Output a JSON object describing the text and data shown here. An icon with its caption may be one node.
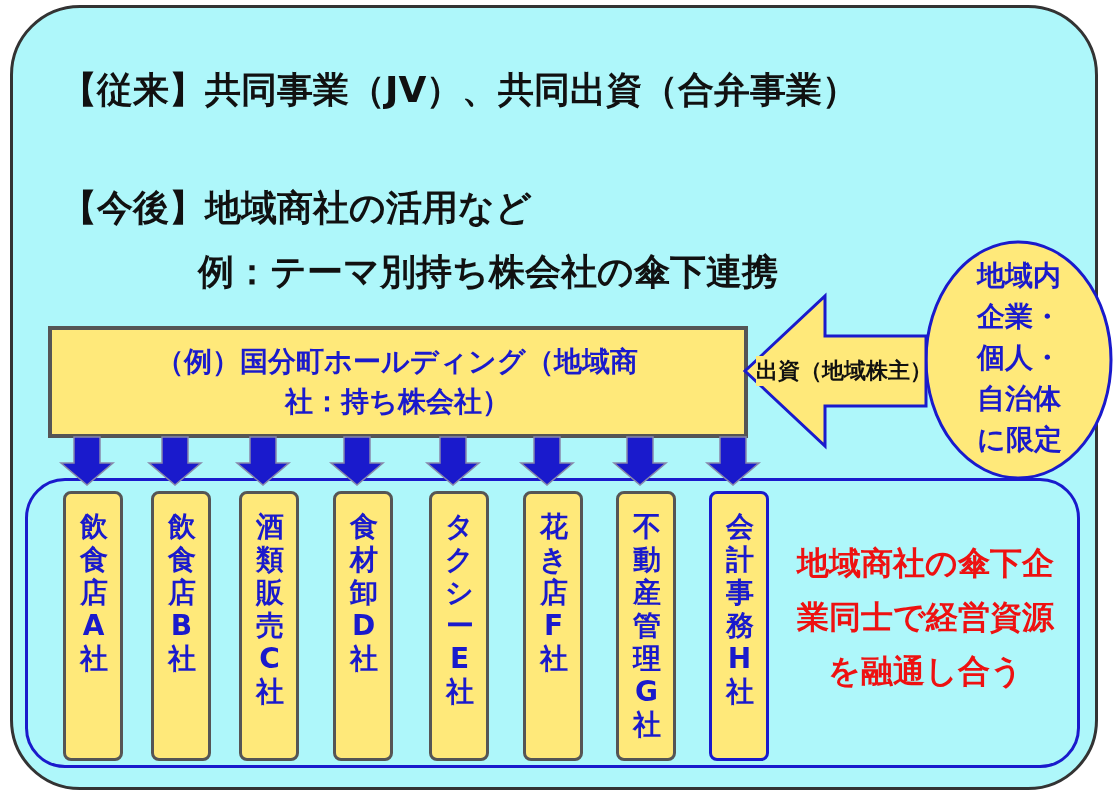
{
  "diagram": {
    "nodes": [
      {
        "text": [
          "【従来】共同事業（JV）、共同出資（合弁事業）",
          "【今後】地域商社の活用など",
          "例：テーマ別持ち株会社の傘下連携"
        ]
      },
      {
        "text": [
          "（例）国分町ホールディング（地域商社：持ち株会社）"
        ],
        "in": 0
      },
      {
        "text": [
          "地域内企業・個人・自治体に限定"
        ]
      },
      {
        "text": [
          "地域商社の傘下企業同士で経営資源を融通し合う"
        ],
        "in": 0
      },
      {
        "text": [
          "飲食店A社"
        ],
        "in": 3
      },
      {
        "text": [
          "飲食店B社"
        ],
        "in": 3
      },
      {
        "text": [
          "酒類販売C社"
        ],
        "in": 3
      },
      {
        "text": [
          "食材卸D社"
        ],
        "in": 3
      },
      {
        "text": [
          "タクシーE社"
        ],
        "in": 3
      },
      {
        "text": [
          "花き店F社"
        ],
        "in": 3
      },
      {
        "text": [
          "不動産管理G社"
        ],
        "in": 3
      },
      {
        "text": [
          "会計事務H社"
        ],
        "in": 3
      }
    ],
    "edges": [
      {
        "from": 2,
        "to": 1,
        "arrow": "to",
        "label": "出資（地域株主）",
        "color": "#ffe97a"
      },
      {
        "from": 1,
        "to": 4,
        "arrow": "to"
      },
      {
        "from": 1,
        "to": 5,
        "arrow": "to"
      },
      {
        "from": 1,
        "to": 6,
        "arrow": "to"
      },
      {
        "from": 1,
        "to": 7,
        "arrow": "to"
      },
      {
        "from": 1,
        "to": 8,
        "arrow": "to"
      },
      {
        "from": 1,
        "to": 9,
        "arrow": "to"
      },
      {
        "from": 1,
        "to": 10,
        "arrow": "to"
      },
      {
        "from": 1,
        "to": 11,
        "arrow": "to"
      }
    ]
  }
}
